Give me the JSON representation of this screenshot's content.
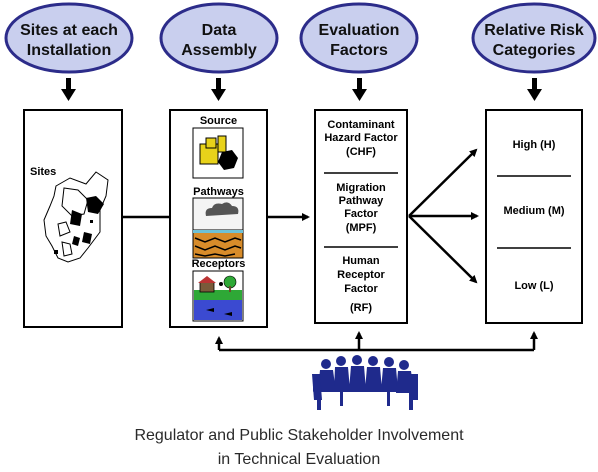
{
  "headers": [
    {
      "line1": "Sites at each",
      "line2": "Installation"
    },
    {
      "line1": "Data",
      "line2": "Assembly"
    },
    {
      "line1": "Evaluation",
      "line2": "Factors"
    },
    {
      "line1": "Relative Risk",
      "line2": "Categories"
    }
  ],
  "sites_box": {
    "label": "Sites"
  },
  "data_assembly": {
    "source": "Source",
    "pathways": "Pathways",
    "receptors": "Receptors"
  },
  "factors": [
    {
      "lines": [
        "Contaminant",
        "Hazard Factor",
        "(CHF)"
      ]
    },
    {
      "lines": [
        "Migration",
        "Pathway",
        "Factor",
        "(MPF)"
      ]
    },
    {
      "lines": [
        "Human",
        "Receptor",
        "Factor",
        "(RF)"
      ]
    }
  ],
  "categories": [
    "High (H)",
    "Medium (M)",
    "Low (L)"
  ],
  "caption": {
    "line1": "Regulator and Public Stakeholder Involvement",
    "line2": "in Technical Evaluation"
  },
  "colors": {
    "bubble_fill": "#c9cfee",
    "bubble_stroke": "#2c2c8a",
    "people": "#1f2a8c",
    "water": "#3b4ad1",
    "grass": "#2ea836",
    "source_yellow": "#e8d21a"
  }
}
